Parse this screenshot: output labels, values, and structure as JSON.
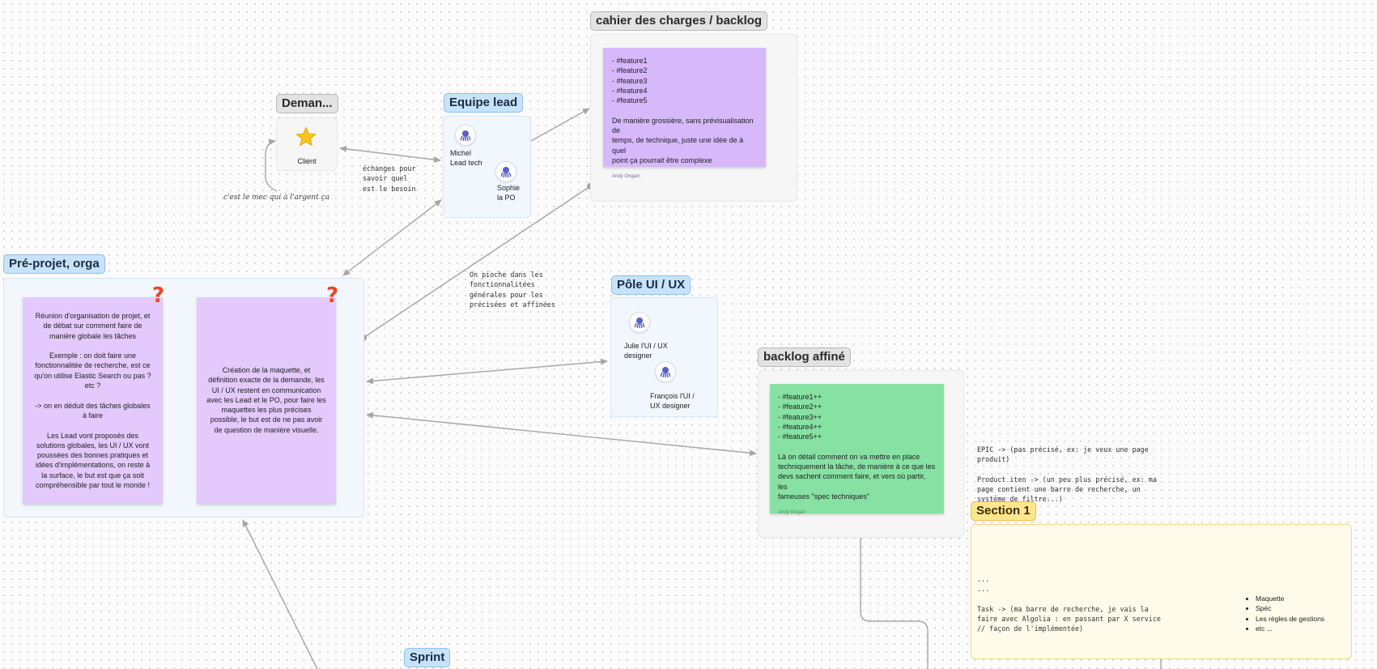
{
  "sections": {
    "cahier": {
      "label": "cahier des charges / backlog"
    },
    "demande": {
      "label": "Deman..."
    },
    "equipe": {
      "label": "Equipe lead"
    },
    "preprojet": {
      "label": "Pré-projet, orga"
    },
    "pole": {
      "label": "Pôle UI / UX"
    },
    "backlog_affine": {
      "label": "backlog affiné"
    },
    "section1": {
      "label": "Section 1"
    },
    "sprint": {
      "label": "Sprint"
    }
  },
  "client": {
    "name": "Client",
    "icon": "star-icon"
  },
  "annotation_client": "c'est le mec qui à l'argent ça",
  "people": {
    "michel": [
      "Michel",
      "Lead tech"
    ],
    "sophie": [
      "Sophie",
      "la PO"
    ],
    "julie": [
      "Julie l'UI / UX",
      "designer"
    ],
    "francois": [
      "François l'UI /",
      "UX designer"
    ]
  },
  "notes": {
    "cahier": {
      "lines": [
        "- #feature1",
        "- #feature2",
        "- #feature3",
        "- #feature4",
        "- #feature5",
        "",
        "De manière grossière, sans prévisualisation de",
        "temps, de technique, juste une idée de à quel",
        "point ça pourrait être complexe"
      ],
      "author": "Andy Ongain"
    },
    "reunion": {
      "lines": [
        "Réunion d'organisation de projet, et",
        "de débat sur comment faire de",
        "manière globale les tâches",
        "",
        "Exemple : on doit faire une",
        "fonctionnalitée de recherche, est ce",
        "qu'on utilise Elastic Search ou pas ?",
        "etc ?",
        "",
        "-> on en déduit des tâches globales",
        "à faire",
        "",
        "Les Lead vont proposés des",
        "solutions globales, les UI / UX vont",
        "poussées des bonnes pratiques et",
        "idées d'implémentations, on reste à",
        "la surface, le but est que ça soit",
        "compréhensible par tout le monde !"
      ]
    },
    "maquette": {
      "lines": [
        "Création de la maquette, et",
        "définition exacte de la demande, les",
        "UI / UX restent en communication",
        "avec les Lead et le PO, pour faire les",
        "maquettes les plus précises",
        "possible, le but est de ne pas avoir",
        "de question de manière visuelle."
      ]
    },
    "affine": {
      "lines": [
        "- #feature1++",
        "- #feature2++",
        "- #feature3++",
        "- #feature4++",
        "- #feature5++",
        "",
        "Là on détail comment on va mettre en place",
        "techniquement la tâche, de manière à ce que les",
        "devs sachent comment faire, et vers où partir, les",
        "fameuses \"spec techniques\""
      ],
      "author": "Andy Ongain"
    }
  },
  "texts": {
    "echanges": "échanges pour\nsavoir quel\nest le besoin",
    "pioche": "On pioche dans les\nfonctionnalitées\ngénérales pour les\nprécisées et affinées",
    "epic": "EPIC -> (pas précisé, ex: je veux une page\nproduit)\n\nProduct iten -> (un peu plus précisé, ex: ma\npage contient une barre de recherche, un\nsystème de filtre...)",
    "task": "...\n...\n\nTask -> (ma barre de recherche, je vais la\nfaire avec Algolia : en passant par X service\n// façon de l'implémentée)"
  },
  "task_items": [
    "Maquette",
    "Spéc",
    "Les règles de gestions",
    "etc ..."
  ],
  "colors": {
    "sticky_purple": "#d7b8fb",
    "sticky_green": "#86e1a3",
    "question_mark": "#e8462a",
    "connector": "#a6a6a6"
  }
}
